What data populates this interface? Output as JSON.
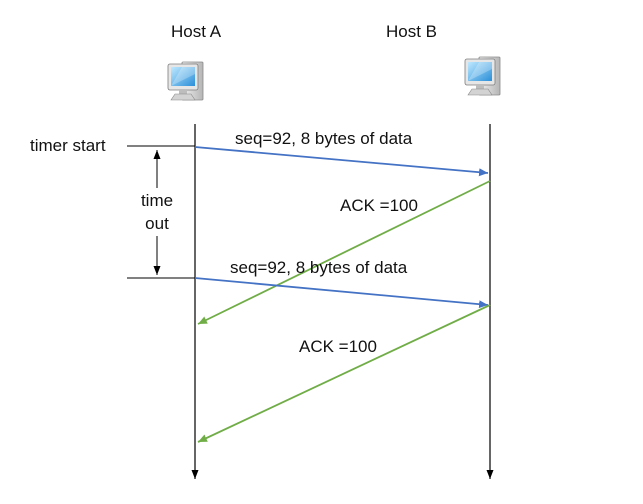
{
  "hosts": {
    "a": {
      "label": "Host A",
      "icon": "computer-icon"
    },
    "b": {
      "label": "Host B",
      "icon": "computer-icon"
    }
  },
  "timer": {
    "start_label": "timer start",
    "timeout_line1": "time",
    "timeout_line2": "out"
  },
  "messages": [
    {
      "label": "seq=92, 8 bytes of data",
      "direction": "A-to-B",
      "color": "#4472c4"
    },
    {
      "label": "ACK =100",
      "direction": "B-to-A",
      "color": "#70ad47"
    },
    {
      "label": "seq=92, 8 bytes of data",
      "direction": "A-to-B",
      "color": "#4472c4"
    },
    {
      "label": "ACK =100",
      "direction": "B-to-A",
      "color": "#70ad47"
    }
  ]
}
